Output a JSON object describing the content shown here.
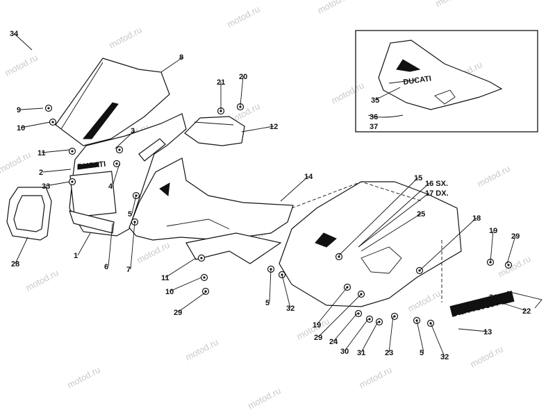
{
  "watermark": "motod.ru",
  "part_labels": [
    "34",
    "8",
    "9",
    "10",
    "21",
    "20",
    "3",
    "12",
    "11",
    "2",
    "33",
    "4",
    "14",
    "5",
    "28",
    "1",
    "6",
    "7",
    "15",
    "16 SX.",
    "17 DX.",
    "25",
    "18",
    "19",
    "29",
    "11",
    "10",
    "29",
    "5",
    "32",
    "19",
    "29",
    "24",
    "30",
    "31",
    "23",
    "5",
    "32",
    "13",
    "26-27",
    "22",
    "35",
    "36",
    "37"
  ],
  "decal_texts": [
    "DUCATI",
    "SUPERSPORT",
    "DUCATI"
  ]
}
